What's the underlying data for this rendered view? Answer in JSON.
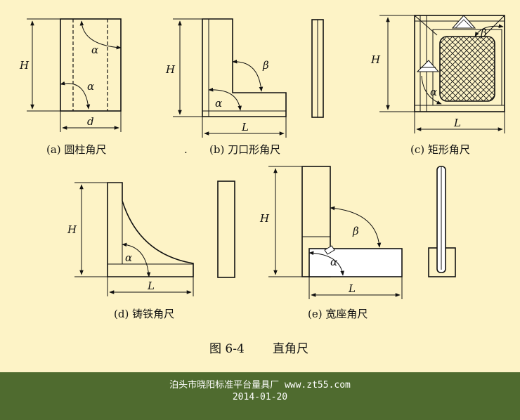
{
  "figure": {
    "number": "图 6-4",
    "title": "直角尺",
    "stray_mark": "."
  },
  "labels": {
    "H": "H",
    "L": "L",
    "d": "d",
    "alpha": "α",
    "beta": "β"
  },
  "panels": [
    {
      "id": "a",
      "caption": "(a)  圆柱角尺"
    },
    {
      "id": "b",
      "caption": "(b)  刀口形角尺"
    },
    {
      "id": "c",
      "caption": "(c)  矩形角尺"
    },
    {
      "id": "d",
      "caption": "(d)  铸铁角尺"
    },
    {
      "id": "e",
      "caption": "(e)  宽座角尺"
    }
  ],
  "footer": {
    "line1": "泊头市晓阳标准平台量具厂  www.zt55.com",
    "line2": "2014-01-20"
  },
  "colors": {
    "background": "#fdf3c6",
    "footer_bg": "#4f6b2f",
    "footer_text": "#ffffff",
    "ink": "#111111"
  }
}
